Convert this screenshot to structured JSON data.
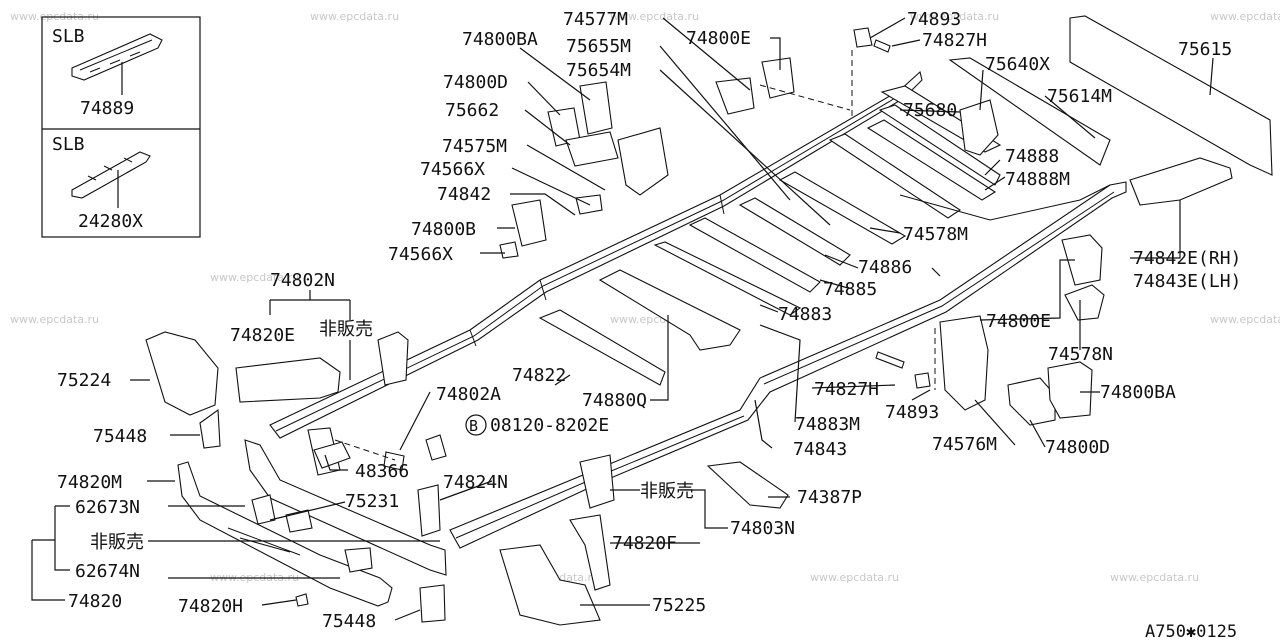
{
  "watermark": "www.epcdata.ru",
  "inset": {
    "top": {
      "variant": "SLB",
      "part": "74889"
    },
    "bottom": {
      "variant": "SLB",
      "part": "24280X"
    }
  },
  "labels": {
    "p74577M": "74577M",
    "p74800E_top": "74800E",
    "p74893_top": "74893",
    "p74827H_top": "74827H",
    "p75615": "75615",
    "p74800BA_top": "74800BA",
    "p75655M": "75655M",
    "p75654M": "75654M",
    "p75640X": "75640X",
    "p74800D_top": "74800D",
    "p75662": "75662",
    "p75680": "75680",
    "p75614M": "75614M",
    "p74575M": "74575M",
    "p74566X_top": "74566X",
    "p74842": "74842",
    "p74888": "74888",
    "p74888M": "74888M",
    "p74800B": "74800B",
    "p74566X": "74566X",
    "p74578M": "74578M",
    "p74842E": "74842E(RH)",
    "p74843E": "74843E(LH)",
    "p74886": "74886",
    "p74802N": "74802N",
    "p74885": "74885",
    "p74883": "74883",
    "p74800E": "74800E",
    "p74820E": "74820E",
    "p_nonsale1": "非販売",
    "p75224": "75224",
    "p74822": "74822",
    "p74578N": "74578N",
    "p74880Q": "74880Q",
    "p74827H": "74827H",
    "p74802A": "74802A",
    "p74800BA": "74800BA",
    "p74893": "74893",
    "p08120": "08120-8202E",
    "p74883M": "74883M",
    "p75448_top": "75448",
    "p74843": "74843",
    "p74576M": "74576M",
    "p74800D": "74800D",
    "p48366": "48366",
    "p74820M": "74820M",
    "p74824N": "74824N",
    "p_nonsale2": "非販売",
    "p75231": "75231",
    "p74387P": "74387P",
    "p62673N": "62673N",
    "p74803N": "74803N",
    "p74820F": "74820F",
    "p_nonsale3": "非販売",
    "p62674N": "62674N",
    "p75225": "75225",
    "p74820": "74820",
    "p74820H": "74820H",
    "p75448": "75448",
    "bolt_mark": "B"
  },
  "footer_code": "A750✱0125"
}
